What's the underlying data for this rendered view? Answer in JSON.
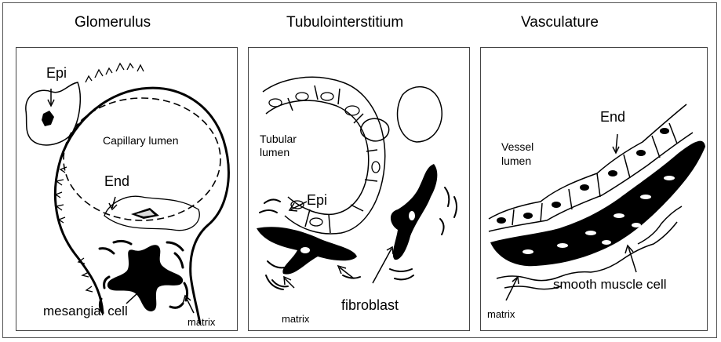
{
  "headings": {
    "glomerulus": "Glomerulus",
    "tubulointerstitium": "Tubulointerstitium",
    "vasculature": "Vasculature"
  },
  "glomerulus": {
    "epi": "Epi",
    "capillary_lumen": "Capillary lumen",
    "end": "End",
    "mesangial_cell": "mesangial cell",
    "matrix": "matrix"
  },
  "tubulointerstitium": {
    "tubular_lumen_line1": "Tubular",
    "tubular_lumen_line2": "lumen",
    "epi": "Epi",
    "matrix": "matrix",
    "fibroblast": "fibroblast"
  },
  "vasculature": {
    "end": "End",
    "vessel_lumen_line1": "Vessel",
    "vessel_lumen_line2": "lumen",
    "smooth_muscle_cell": "smooth muscle cell",
    "matrix": "matrix"
  },
  "colors": {
    "ink": "#000000",
    "border": "#444444",
    "background": "#ffffff"
  }
}
